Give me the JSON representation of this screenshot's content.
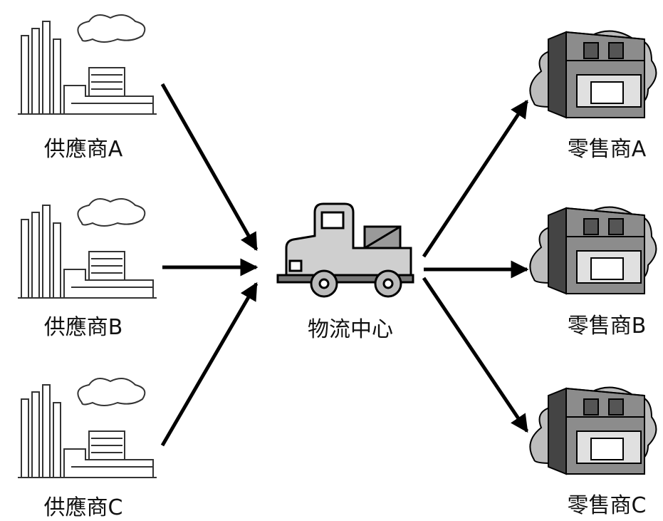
{
  "suppliers": [
    {
      "label": "供應商A",
      "icon": "factory-icon"
    },
    {
      "label": "供應商B",
      "icon": "factory-icon"
    },
    {
      "label": "供應商C",
      "icon": "factory-icon"
    }
  ],
  "hub": {
    "label": "物流中心",
    "icon": "truck-icon"
  },
  "retailers": [
    {
      "label": "零售商A",
      "icon": "store-icon"
    },
    {
      "label": "零售商B",
      "icon": "store-icon"
    },
    {
      "label": "零售商C",
      "icon": "store-icon"
    }
  ],
  "colors": {
    "ink": "#111111",
    "line": "#000000",
    "shade": "#8a8a8a",
    "light": "#d8d8d8"
  }
}
